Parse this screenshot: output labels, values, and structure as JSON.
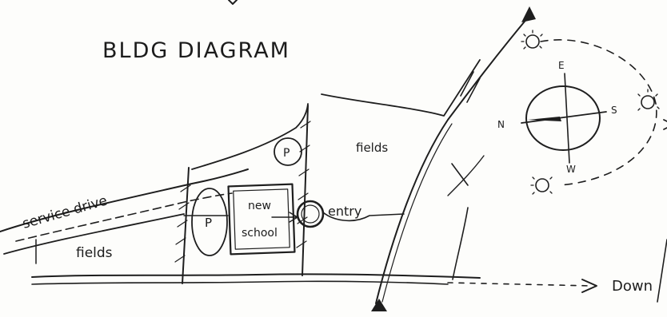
{
  "diagram": {
    "title": "BLDG DIAGRAM",
    "labels": {
      "service_drive": "service drive",
      "fields_left": "fields",
      "fields_upper": "fields",
      "parking_left": "P",
      "parking_upper": "P",
      "new_school_line1": "new",
      "new_school_line2": "school",
      "entry": "entry",
      "down_arrow_label": "Down"
    },
    "compass": {
      "north": "N",
      "east": "E",
      "south": "S",
      "west": "W"
    }
  }
}
